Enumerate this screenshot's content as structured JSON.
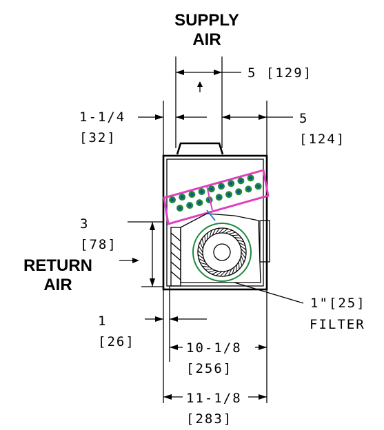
{
  "labels": {
    "supply_line1": "SUPPLY",
    "supply_line2": "AIR",
    "return_line1": "RETURN",
    "return_line2": "AIR",
    "filter_line1": "1\"[25]",
    "filter_line2": "FILTER"
  },
  "dimensions": {
    "supply_width": "5 [129]",
    "left_offset_1": "1-1/4",
    "left_offset_2": "[32]",
    "right_offset_1": "5",
    "right_offset_2": "[124]",
    "return_height_1": "3",
    "return_height_2": "[78]",
    "filter_offset_1": "1",
    "filter_offset_2": "[26]",
    "depth_inner_1": "10-1/8",
    "depth_inner_2": "[256]",
    "depth_outer_1": "11-1/8",
    "depth_outer_2": "[283]"
  },
  "colors": {
    "coil_outline": "#e040c0",
    "coil_tube": "#1a8a3a",
    "coil_tube_inner": "#1844b0",
    "wheel_ring": "#1a8a3a",
    "accent_line": "#2a7fd0"
  }
}
